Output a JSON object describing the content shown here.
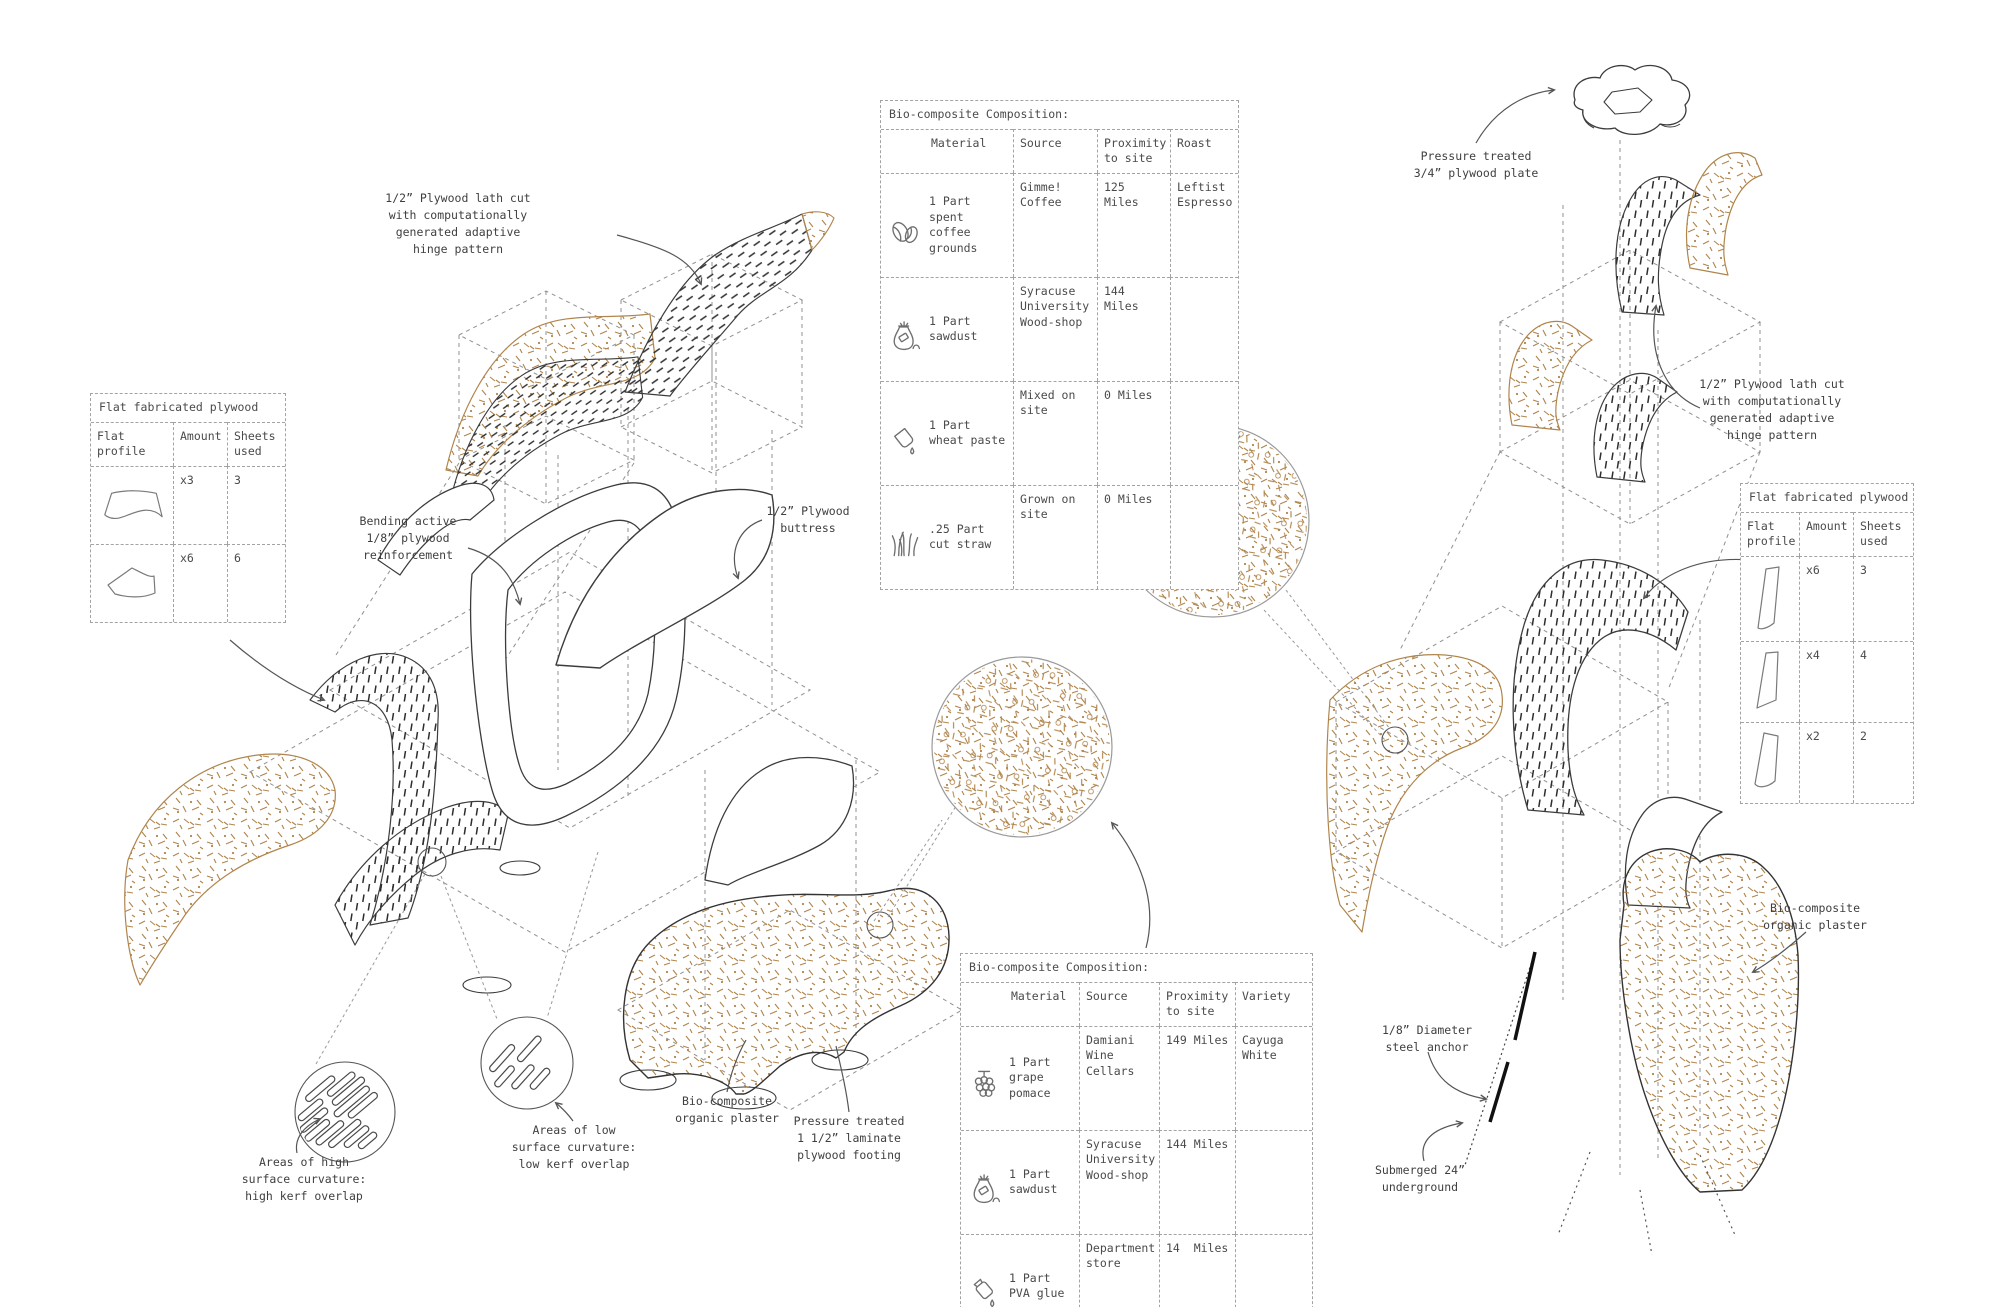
{
  "colors": {
    "tan": "#b0854c",
    "hatch": "#2d2d2d",
    "line": "#3c3c3c",
    "construction": "#909090",
    "table_border": "#a3a3a3",
    "text": "#474747"
  },
  "tables": {
    "top": {
      "title": "Bio-composite Composition:",
      "headers": [
        "Material",
        "Source",
        "Proximity\nto site",
        "Roast"
      ],
      "rows": [
        {
          "icon": "coffee-beans",
          "material": "1 Part\nspent\ncoffee\ngrounds",
          "source": "Gimme!\nCoffee",
          "proximity": "125 Miles",
          "extra": "Leftist\nEspresso"
        },
        {
          "icon": "sawdust-sack",
          "material": "1 Part\nsawdust",
          "source": "Syracuse\nUniversity\nWood-shop",
          "proximity": "144 Miles",
          "extra": ""
        },
        {
          "icon": "wheat-paste-pitcher",
          "material": "1 Part\nwheat paste",
          "source": "Mixed on\nsite",
          "proximity": "0 Miles",
          "extra": ""
        },
        {
          "icon": "cut-straw",
          "material": ".25 Part\ncut straw",
          "source": "Grown on\nsite",
          "proximity": "0 Miles",
          "extra": ""
        }
      ]
    },
    "bottom": {
      "title": "Bio-composite Composition:",
      "headers": [
        "Material",
        "Source",
        "Proximity\nto site",
        "Variety"
      ],
      "rows": [
        {
          "icon": "grape-pomace",
          "material": "1 Part\ngrape\npomace",
          "source": "Damiani\nWine\nCellars",
          "proximity": "149 Miles",
          "extra": "Cayuga\nWhite"
        },
        {
          "icon": "sawdust-sack",
          "material": "1 Part\nsawdust",
          "source": "Syracuse\nUniversity\nWood-shop",
          "proximity": "144 Miles",
          "extra": ""
        },
        {
          "icon": "pva-glue",
          "material": "1 Part\nPVA glue",
          "source": "Department\nstore",
          "proximity": "14  Miles",
          "extra": ""
        }
      ]
    },
    "left": {
      "title": "Flat fabricated plywood",
      "headers": [
        "Flat\nprofile",
        "Amount",
        "Sheets\nused"
      ],
      "rows": [
        {
          "profile": "wide-curved-trapezoid",
          "amount": "x3",
          "sheets": "3"
        },
        {
          "profile": "angular-quad",
          "amount": "x6",
          "sheets": "6"
        }
      ]
    },
    "right": {
      "title": "Flat fabricated plywood",
      "headers": [
        "Flat\nprofile",
        "Amount",
        "Sheets\nused"
      ],
      "rows": [
        {
          "profile": "tall-trapezoid-a",
          "amount": "x6",
          "sheets": "3"
        },
        {
          "profile": "tall-trapezoid-b",
          "amount": "x4",
          "sheets": "4"
        },
        {
          "profile": "tall-trapezoid-c",
          "amount": "x2",
          "sheets": "2"
        }
      ]
    }
  },
  "annotations": {
    "lath_left": "1/2” Plywood lath cut\nwith computationally\ngenerated adaptive\nhinge pattern",
    "bending": "Bending active\n1/8” plywood\nreinforcement",
    "buttress": "1/2” Plywood\nbuttress",
    "plate": "Pressure treated\n3/4” plywood plate",
    "lath_right": "1/2” Plywood lath cut\nwith computationally\ngenerated adaptive\nhinge pattern",
    "high_kerf": "Areas of high\nsurface curvature:\nhigh kerf overlap",
    "low_kerf": "Areas of low\nsurface curvature:\nlow kerf overlap",
    "plaster_left": "Bio-composite\norganic plaster",
    "footing": "Pressure treated\n1 1/2” laminate\nplywood footing",
    "plaster_right": "Bio-composite\norganic plaster",
    "anchor": "1/8” Diameter\nsteel anchor",
    "submerged": "Submerged 24”\nunderground"
  }
}
